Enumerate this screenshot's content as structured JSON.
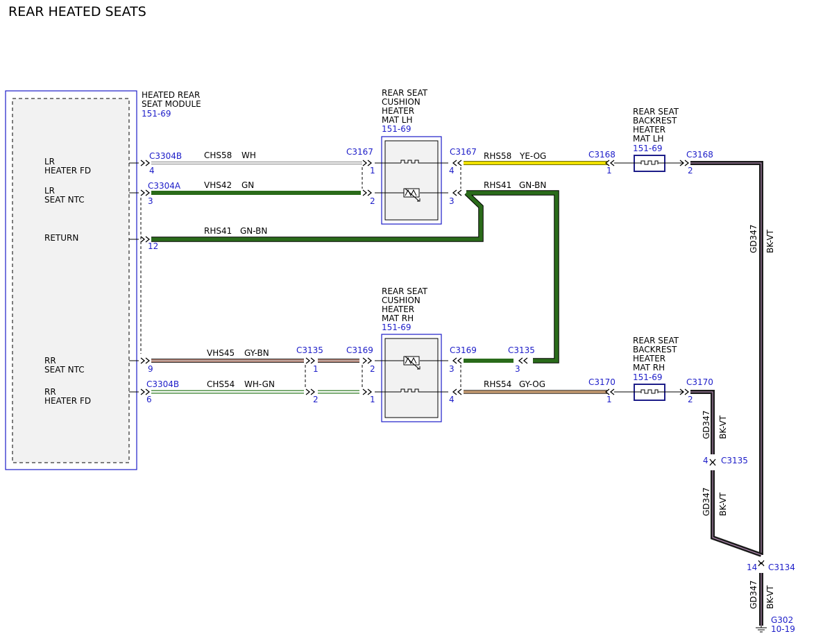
{
  "title": "REAR HEATED SEATS",
  "colors": {
    "link": "#1c1cc8",
    "WH": "#ffffff",
    "GN": "#2a6b1a",
    "GN-BN": "#2a6b1a",
    "YE-OG": "#f0e000",
    "BK-VT": "#1a1a1a",
    "GY-BN": "#b07a6a",
    "WH-GN": "#6cbf5a",
    "GY-OG": "#b8916a"
  },
  "module": {
    "name_l1": "HEATED REAR",
    "name_l2": "SEAT MODULE",
    "ref": "151-69"
  },
  "module_pins": [
    {
      "l1": "LR",
      "l2": "HEATER FD"
    },
    {
      "l1": "LR",
      "l2": "SEAT NTC"
    },
    {
      "l1": "RETURN",
      "l2": ""
    },
    {
      "l1": "RR",
      "l2": "SEAT NTC"
    },
    {
      "l1": "RR",
      "l2": "HEATER FD"
    }
  ],
  "components": {
    "cushion_lh": {
      "l1": "REAR SEAT",
      "l2": "CUSHION",
      "l3": "HEATER",
      "l4": "MAT LH",
      "ref": "151-69"
    },
    "cushion_rh": {
      "l1": "REAR SEAT",
      "l2": "CUSHION",
      "l3": "HEATER",
      "l4": "MAT RH",
      "ref": "151-69"
    },
    "backrest_lh": {
      "l1": "REAR SEAT",
      "l2": "BACKREST",
      "l3": "HEATER",
      "l4": "MAT LH",
      "ref": "151-69"
    },
    "backrest_rh": {
      "l1": "REAR SEAT",
      "l2": "BACKREST",
      "l3": "HEATER",
      "l4": "MAT RH",
      "ref": "151-69"
    }
  },
  "connectors": {
    "c3304b_a": "C3304B",
    "c3304a": "C3304A",
    "c3304b_b": "C3304B",
    "c3167_a": "C3167",
    "c3167_b": "C3167",
    "c3168_a": "C3168",
    "c3168_b": "C3168",
    "c3135_a": "C3135",
    "c3135_b": "C3135",
    "c3135_c": "C3135",
    "c3169_a": "C3169",
    "c3169_b": "C3169",
    "c3170_a": "C3170",
    "c3170_b": "C3170",
    "c3134": "C3134",
    "g302": "G302",
    "g302_ref": "10-19"
  },
  "pins": {
    "p4_a": "4",
    "p3_a": "3",
    "p12": "12",
    "p9": "9",
    "p6": "6",
    "p1_c3167": "1",
    "p2_c3167": "2",
    "p4_c3167": "4",
    "p3_c3167": "3",
    "p1_c3168": "1",
    "p2_c3168": "2",
    "p1_c3135": "1",
    "p2_c3135": "2",
    "p2_c3169": "2",
    "p1_c3169": "1",
    "p3_c3169": "3",
    "p4_c3169": "4",
    "p3_c3135": "3",
    "p1_c3170": "1",
    "p2_c3170": "2",
    "p4_c3135": "4",
    "p14": "14"
  },
  "wires": {
    "chs58_circuit": "CHS58",
    "chs58_color": "WH",
    "vhs42_circuit": "VHS42",
    "vhs42_color": "GN",
    "rhs41_circuit": "RHS41",
    "rhs41_color": "GN-BN",
    "rhs41b_circuit": "RHS41",
    "rhs41b_color": "GN-BN",
    "rhs58_circuit": "RHS58",
    "rhs58_color": "YE-OG",
    "vhs45_circuit": "VHS45",
    "vhs45_color": "GY-BN",
    "chs54_circuit": "CHS54",
    "chs54_color": "WH-GN",
    "rhs54_circuit": "RHS54",
    "rhs54_color": "GY-OG",
    "gd_main_circuit": "GD347",
    "gd_main_color": "BK-VT",
    "gd_rh1_circuit": "GD347",
    "gd_rh1_color": "BK-VT",
    "gd_rh2_circuit": "GD347",
    "gd_rh2_color": "BK-VT",
    "gd_g_circuit": "GD347",
    "gd_g_color": "BK-VT"
  }
}
